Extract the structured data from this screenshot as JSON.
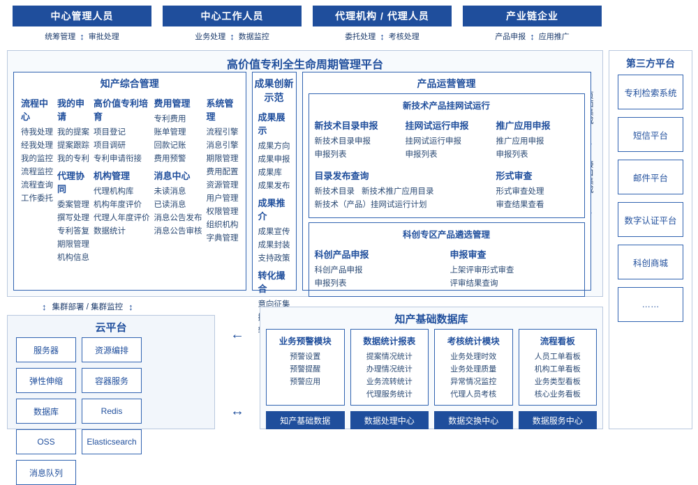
{
  "roles": [
    {
      "label": "中心管理人员",
      "links": [
        "统筹管理",
        "审批处理"
      ]
    },
    {
      "label": "中心工作人员",
      "links": [
        "业务处理",
        "数据监控"
      ]
    },
    {
      "label": "代理机构 / 代理人员",
      "links": [
        "委托处理",
        "考核处理"
      ]
    },
    {
      "label": "产业链企业",
      "links": [
        "产品申报",
        "应用推广"
      ]
    }
  ],
  "platform": {
    "title": "高价值专利全生命周期管理平台",
    "side_labels": [
      "页面集成",
      "接口集成"
    ],
    "arrow": "↔",
    "columns": {
      "comprehensive": {
        "title": "知产综合管理",
        "groups": [
          {
            "head": "流程中心",
            "items": [
              "待我处理",
              "经我处理",
              "我的监控",
              "流程监控",
              "流程查询",
              "工作委托"
            ]
          },
          {
            "head": "我的申请",
            "items": [
              "我的提案",
              "提案跟踪",
              "我的专利"
            ],
            "head2": "代理协同",
            "items2": [
              "委案管理",
              "撰写处理",
              "专利答复",
              "期限管理",
              "机构信息"
            ]
          },
          {
            "head": "高价值专利培育",
            "items": [
              "项目登记",
              "项目调研",
              "专利申请衔接"
            ],
            "head2": "机构管理",
            "items2": [
              "代理机构库",
              "机构年度评价",
              "代理人年度评价",
              "数据统计"
            ]
          },
          {
            "head": "费用管理",
            "items": [
              "专利费用",
              "账单管理",
              "回款记账",
              "费用预警"
            ],
            "head2": "消息中心",
            "items2": [
              "未读消息",
              "已读消息",
              "消息公告发布",
              "消息公告审核"
            ]
          },
          {
            "head": "系统管理",
            "items": [
              "流程引擎",
              "消息引擎",
              "期限管理",
              "费用配置",
              "资源管理",
              "用户管理",
              "权限管理",
              "组织机构",
              "字典管理"
            ]
          }
        ]
      },
      "achievement": {
        "title": "成果创新示范",
        "groups": [
          {
            "head": "成果展示",
            "items": [
              "成果方向",
              "成果申报",
              "成果库",
              "成果发布"
            ]
          },
          {
            "head": "成果推介",
            "items": [
              "成果宣传",
              "成果封装",
              "支持政策"
            ]
          },
          {
            "head": "转化撮合",
            "items": [
              "意向征集",
              "撮合服务",
              "转化备案"
            ]
          }
        ]
      },
      "operation": {
        "title": "产品运营管理",
        "box1": {
          "title": "新技术产品挂网试运行",
          "groups": [
            {
              "head": "新技术目录申报",
              "items": [
                "新技术目录申报",
                "申报列表"
              ]
            },
            {
              "head": "挂网试运行申报",
              "items": [
                "挂网试运行申报",
                "申报列表"
              ]
            },
            {
              "head": "推广应用申报",
              "items": [
                "推广应用申报",
                "申报列表"
              ]
            },
            {
              "head": "目录发布查询",
              "items": [
                "新技术目录",
                "新技术推广应用目录",
                "新技术（产品）挂网试运行计划"
              ]
            },
            {
              "head": "形式审查",
              "items": [
                "形式审查处理",
                "审查结果查看"
              ]
            }
          ]
        },
        "box2": {
          "title": "科创专区产品遴选管理",
          "groups": [
            {
              "head": "科创产品申报",
              "items": [
                "科创产品申报",
                "申报列表"
              ]
            },
            {
              "head": "申报审查",
              "items": [
                "上架评审形式审查",
                "评审结果查询"
              ]
            }
          ]
        }
      }
    }
  },
  "third_party": {
    "title": "第三方平台",
    "items": [
      "专利检索系统",
      "短信平台",
      "邮件平台",
      "数字认证平台",
      "科创商城",
      "……"
    ]
  },
  "cluster": {
    "label": "集群部署 / 集群监控",
    "arrow_left": "↕",
    "arrow_right": "↕"
  },
  "cloud": {
    "title": "云平台",
    "items": [
      "服务器",
      "资源编排",
      "弹性伸缩",
      "容器服务",
      "数据库",
      "Redis",
      "OSS",
      "Elasticsearch",
      "消息队列"
    ]
  },
  "mid_arrows": [
    "←",
    "↔"
  ],
  "database": {
    "title": "知产基础数据库",
    "columns": [
      {
        "head": "业务预警模块",
        "items": [
          "预警设置",
          "预警提醒",
          "预警应用"
        ]
      },
      {
        "head": "数据统计报表",
        "items": [
          "提案情况统计",
          "办理情况统计",
          "业务流转统计",
          "代理服务统计"
        ]
      },
      {
        "head": "考核统计模块",
        "items": [
          "业务处理时效",
          "业务处理质量",
          "异常情况监控",
          "代理人员考核"
        ]
      },
      {
        "head": "流程看板",
        "items": [
          "人员工单看板",
          "机构工单看板",
          "业务类型看板",
          "核心业务看板"
        ]
      }
    ],
    "buttons": [
      "知产基础数据",
      "数据处理中心",
      "数据交换中心",
      "数据服务中心"
    ]
  }
}
